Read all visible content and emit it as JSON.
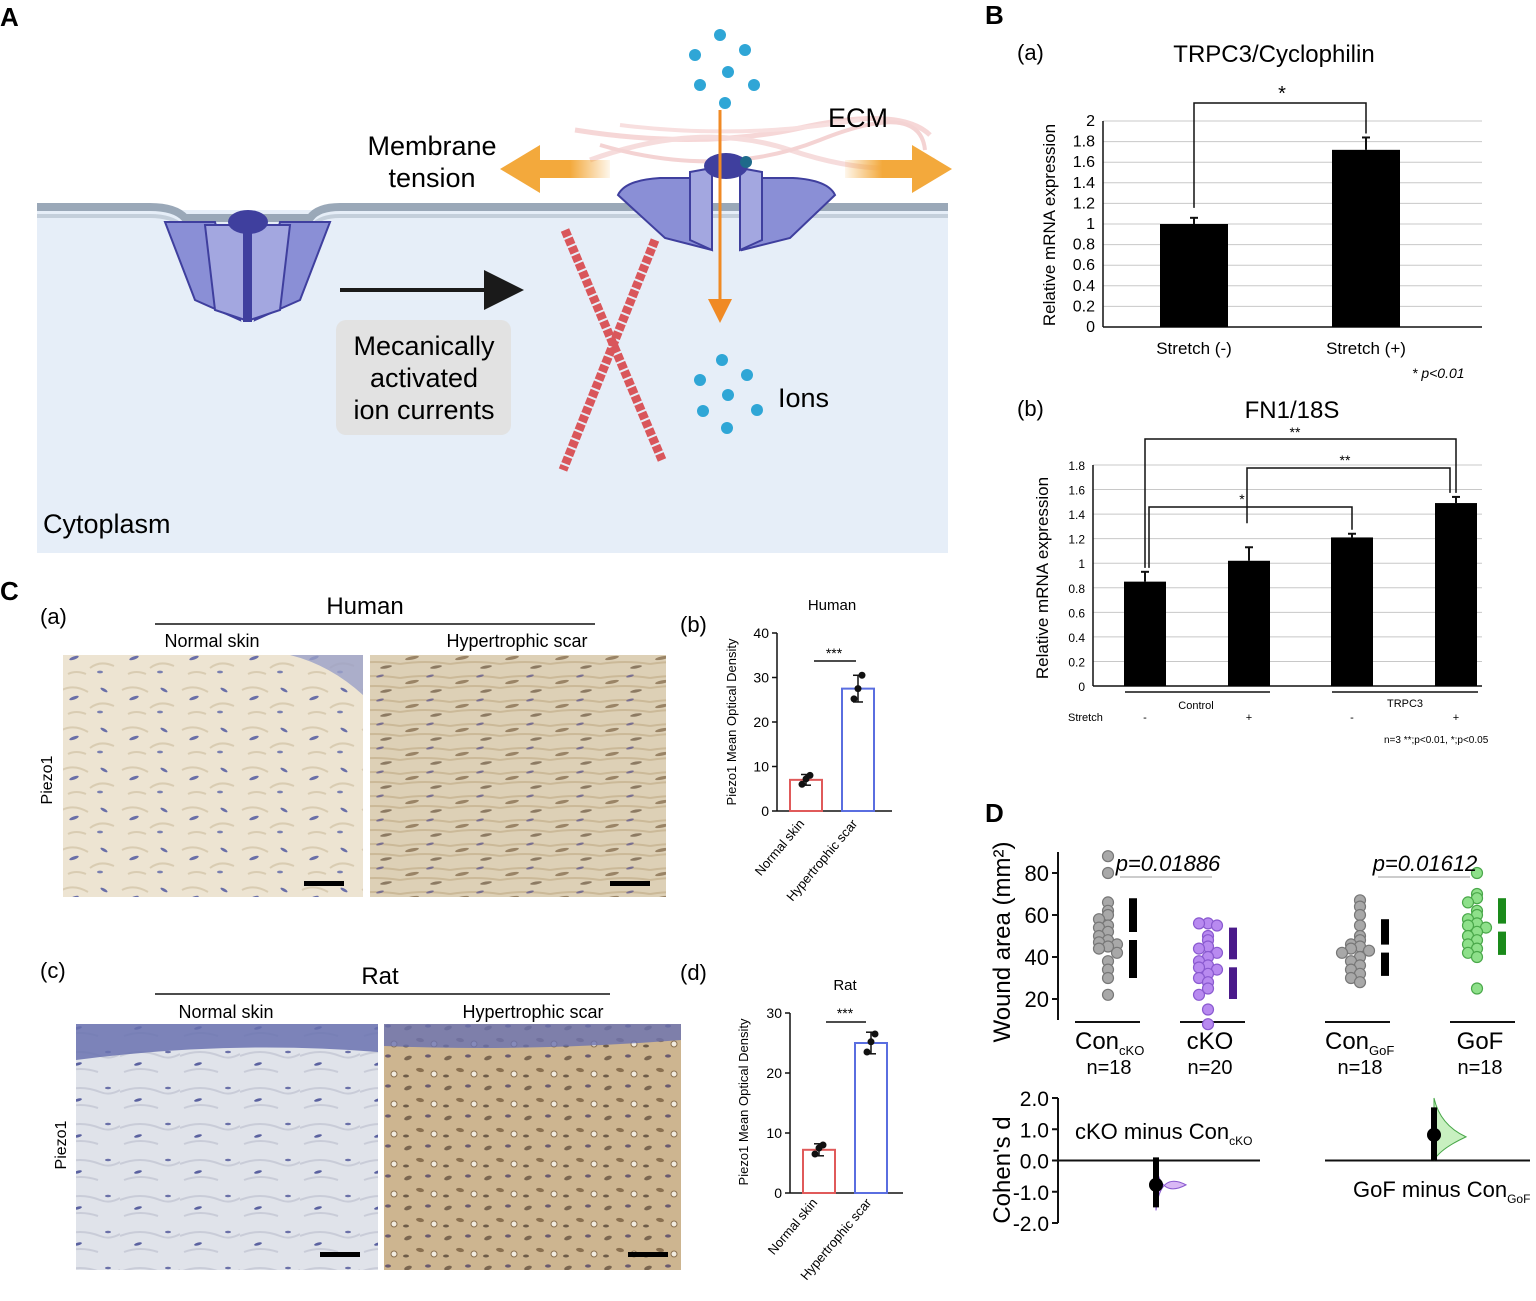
{
  "colors": {
    "cytoplasm": "#e6eef8",
    "membrane": "#9aa8b8",
    "channel": "#8a8fd6",
    "channel_dark": "#3f3f9e",
    "arrow_orange": "#f3a93c",
    "actin": "#d9565b",
    "ion": "#2fa6d6",
    "bar": "#000000",
    "normal_red": "#e05a5a",
    "scar_blue": "#5a6ee0",
    "ko_purple": "#b88af0",
    "ko_dark": "#4a1a8a",
    "gof_green": "#8ee08a",
    "gof_dark": "#1a8a1a",
    "gray_dot": "#a8a8a8",
    "skin_bg": "#ece2cf",
    "scar_bg": "#d8c7a8",
    "rat_normal_bg": "#dde0e6",
    "rat_scar_bg": "#c9b18e"
  },
  "panelA": {
    "letter": "A",
    "membrane_tension": [
      "Membrane",
      "tension"
    ],
    "ecm": "ECM",
    "mech_currents": [
      "Mecanically",
      "activated",
      "ion currents"
    ],
    "ions": "Ions",
    "cytoplasm": "Cytoplasm"
  },
  "panelB": {
    "letter": "B",
    "a": {
      "sublabel": "(a)",
      "title": "TRPC3/Cyclophilin",
      "ylabel": "Relative mRNA expression",
      "sig": "*",
      "pnote": "* p<0.01"
    },
    "b": {
      "sublabel": "(b)",
      "title": "FN1/18S",
      "ylabel": "Relative mRNA expression",
      "stretch_label": "Stretch",
      "group_control": "Control",
      "group_trpc3": "TRPC3",
      "note": "n=3  **;p<0.01, *;p<0.05",
      "sig": [
        "**",
        "**",
        "*"
      ]
    }
  },
  "panelC": {
    "letter": "C",
    "a_label": "(a)",
    "b_label": "(b)",
    "c_label": "(c)",
    "d_label": "(d)",
    "human": "Human",
    "rat": "Rat",
    "normal_skin": "Normal skin",
    "hypertrophic_scar": "Hypertrophic scar",
    "piezo1": "Piezo1",
    "human_chart_title": "Human",
    "rat_chart_title": "Rat",
    "ylabel": "Piezo1 Mean Optical Density",
    "sig": "***"
  },
  "panelD": {
    "letter": "D",
    "ylabel": "Wound area (mm²)",
    "groups": [
      {
        "main": "Con",
        "sub": "cKO",
        "n": "n=18"
      },
      {
        "main": "cKO",
        "sub": "",
        "n": "n=20"
      },
      {
        "main": "Con",
        "sub": "GoF",
        "n": "n=18"
      },
      {
        "main": "GoF",
        "sub": "",
        "n": "n=18"
      }
    ],
    "p1": "p=0.01886",
    "p2": "p=0.01612",
    "cohen_label": "Cohen's d",
    "diff1": {
      "main": "cKO minus Con",
      "sub": "cKO"
    },
    "diff2": {
      "main": "GoF minus Con",
      "sub": "GoF"
    }
  },
  "chart_data": [
    {
      "type": "bar",
      "title": "TRPC3/Cyclophilin",
      "ylabel": "Relative mRNA expression",
      "categories": [
        "Stretch (-)",
        "Stretch (+)"
      ],
      "values": [
        1.0,
        1.72
      ],
      "errors": [
        0.06,
        0.12
      ],
      "ylim": [
        0,
        2
      ],
      "yticks": [
        0,
        0.2,
        0.4,
        0.6,
        0.8,
        1,
        1.2,
        1.4,
        1.6,
        1.8,
        2
      ],
      "grid": true
    },
    {
      "type": "bar",
      "title": "FN1/18S",
      "ylabel": "Relative mRNA expression",
      "categories": [
        "-",
        "+",
        "-",
        "+"
      ],
      "values": [
        0.85,
        1.02,
        1.21,
        1.49
      ],
      "errors": [
        0.08,
        0.11,
        0.03,
        0.05
      ],
      "ylim": [
        0,
        1.8
      ],
      "yticks": [
        0,
        0.2,
        0.4,
        0.6,
        0.8,
        1,
        1.2,
        1.4,
        1.6,
        1.8
      ],
      "grid": true
    },
    {
      "type": "bar",
      "title": "Human",
      "ylabel": "Piezo1 Mean Optical Density",
      "categories": [
        "Normal skin",
        "Hypertrophic scar"
      ],
      "values": [
        7.0,
        27.5
      ],
      "errors": [
        1.2,
        3.0
      ],
      "points": [
        [
          6.0,
          7.2,
          8.0
        ],
        [
          25.2,
          27.5,
          30.5
        ]
      ],
      "ylim": [
        0,
        40
      ],
      "yticks": [
        0,
        10,
        20,
        30,
        40
      ]
    },
    {
      "type": "bar",
      "title": "Rat",
      "ylabel": "Piezo1 Mean Optical Density",
      "categories": [
        "Normal skin",
        "Hypertrophic scar"
      ],
      "values": [
        7.2,
        25.0
      ],
      "errors": [
        1.0,
        1.8
      ],
      "points": [
        [
          6.5,
          7.5,
          8.0
        ],
        [
          23.5,
          25.2,
          26.5
        ]
      ],
      "ylim": [
        0,
        30
      ],
      "yticks": [
        0,
        10,
        20,
        30
      ]
    },
    {
      "type": "scatter",
      "ylabel": "Wound area (mm²)",
      "categories": [
        "Con cKO",
        "cKO",
        "Con GoF",
        "GoF"
      ],
      "series": [
        {
          "name": "Con cKO",
          "values": [
            88,
            80,
            66,
            62,
            60,
            58,
            55,
            54,
            52,
            50,
            48,
            47,
            46,
            45,
            44,
            42,
            38,
            34,
            30,
            22
          ],
          "mean": 50,
          "sd_range": [
            30,
            68
          ]
        },
        {
          "name": "cKO",
          "values": [
            56,
            56,
            55,
            50,
            48,
            45,
            44,
            42,
            40,
            38,
            36,
            35,
            34,
            32,
            30,
            28,
            25,
            22,
            15,
            8
          ],
          "mean": 37,
          "sd_range": [
            20,
            54
          ]
        },
        {
          "name": "Con GoF",
          "values": [
            67,
            64,
            60,
            55,
            50,
            48,
            46,
            45,
            44,
            43,
            42,
            40,
            38,
            36,
            34,
            32,
            30,
            28
          ],
          "mean": 44,
          "sd_range": [
            31,
            58
          ]
        },
        {
          "name": "GoF",
          "values": [
            80,
            70,
            68,
            66,
            62,
            60,
            58,
            56,
            55,
            54,
            52,
            50,
            48,
            46,
            44,
            42,
            40,
            25
          ],
          "mean": 54,
          "sd_range": [
            41,
            68
          ]
        }
      ],
      "ylim": [
        10,
        90
      ],
      "yticks": [
        20,
        40,
        60,
        80
      ]
    },
    {
      "type": "scatter",
      "ylabel": "Cohen's d",
      "categories": [
        "cKO minus Con cKO",
        "GoF minus Con GoF"
      ],
      "values": [
        -0.78,
        0.82
      ],
      "ci": [
        [
          -1.5,
          0.1
        ],
        [
          0.0,
          1.7
        ]
      ],
      "ylim": [
        -2.0,
        2.0
      ],
      "yticks": [
        -2.0,
        -1.0,
        0.0,
        1.0,
        2.0
      ]
    }
  ]
}
